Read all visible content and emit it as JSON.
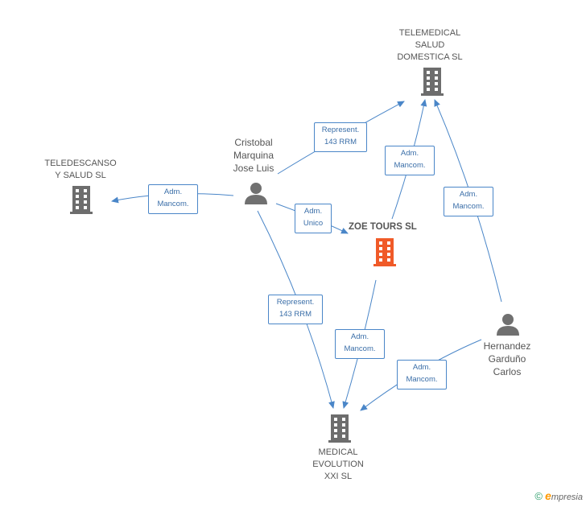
{
  "nodes": {
    "telemedical": {
      "label_lines": [
        "TELEMEDICAL",
        "SALUD",
        "DOMESTICA SL"
      ]
    },
    "teledescanso": {
      "label_lines": [
        "TELEDESCANSO",
        "Y SALUD  SL"
      ]
    },
    "zoe": {
      "label": "ZOE TOURS SL"
    },
    "medical": {
      "label_lines": [
        "MEDICAL",
        "EVOLUTION",
        "XXI SL"
      ]
    },
    "cristobal": {
      "label_lines": [
        "Cristobal",
        "Marquina",
        "Jose Luis"
      ]
    },
    "hernandez": {
      "label_lines": [
        "Hernandez",
        "Garduño",
        "Carlos"
      ]
    }
  },
  "edge_labels": {
    "crist_telemed": [
      "Represent.",
      "143 RRM"
    ],
    "crist_teledes": [
      "Adm.",
      "Mancom."
    ],
    "crist_zoe": [
      "Adm.",
      "Unico"
    ],
    "crist_medical": [
      "Represent.",
      "143 RRM"
    ],
    "zoe_telemed": [
      "Adm.",
      "Mancom."
    ],
    "hern_telemed": [
      "Adm.",
      "Mancom."
    ],
    "zoe_medical": [
      "Adm.",
      "Mancom."
    ],
    "hern_medical": [
      "Adm.",
      "Mancom."
    ]
  },
  "colors": {
    "edge": "#4a86c8",
    "building": "#6d6d6d",
    "building_focus": "#f05a28",
    "person": "#707070"
  },
  "icons": {
    "building": "building-icon",
    "person": "person-icon"
  },
  "brand": {
    "copyright": "©",
    "e": "e",
    "rest": "mpresia"
  }
}
